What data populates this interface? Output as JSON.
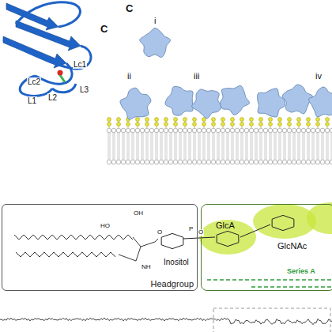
{
  "diagram": {
    "nodes": [
      {
        "text": [
          "Headgroup"
        ]
      },
      {
        "text": [
          "GlcA",
          "GlcNAc",
          "Series A"
        ]
      }
    ],
    "labels": [
      "C",
      "Lc1",
      "Lc2",
      "L1",
      "L2",
      "L3",
      "C",
      "i",
      "ii",
      "iii",
      "iv",
      "Inositol",
      "OH",
      "HO",
      "NH",
      "O",
      "P",
      "O"
    ]
  }
}
